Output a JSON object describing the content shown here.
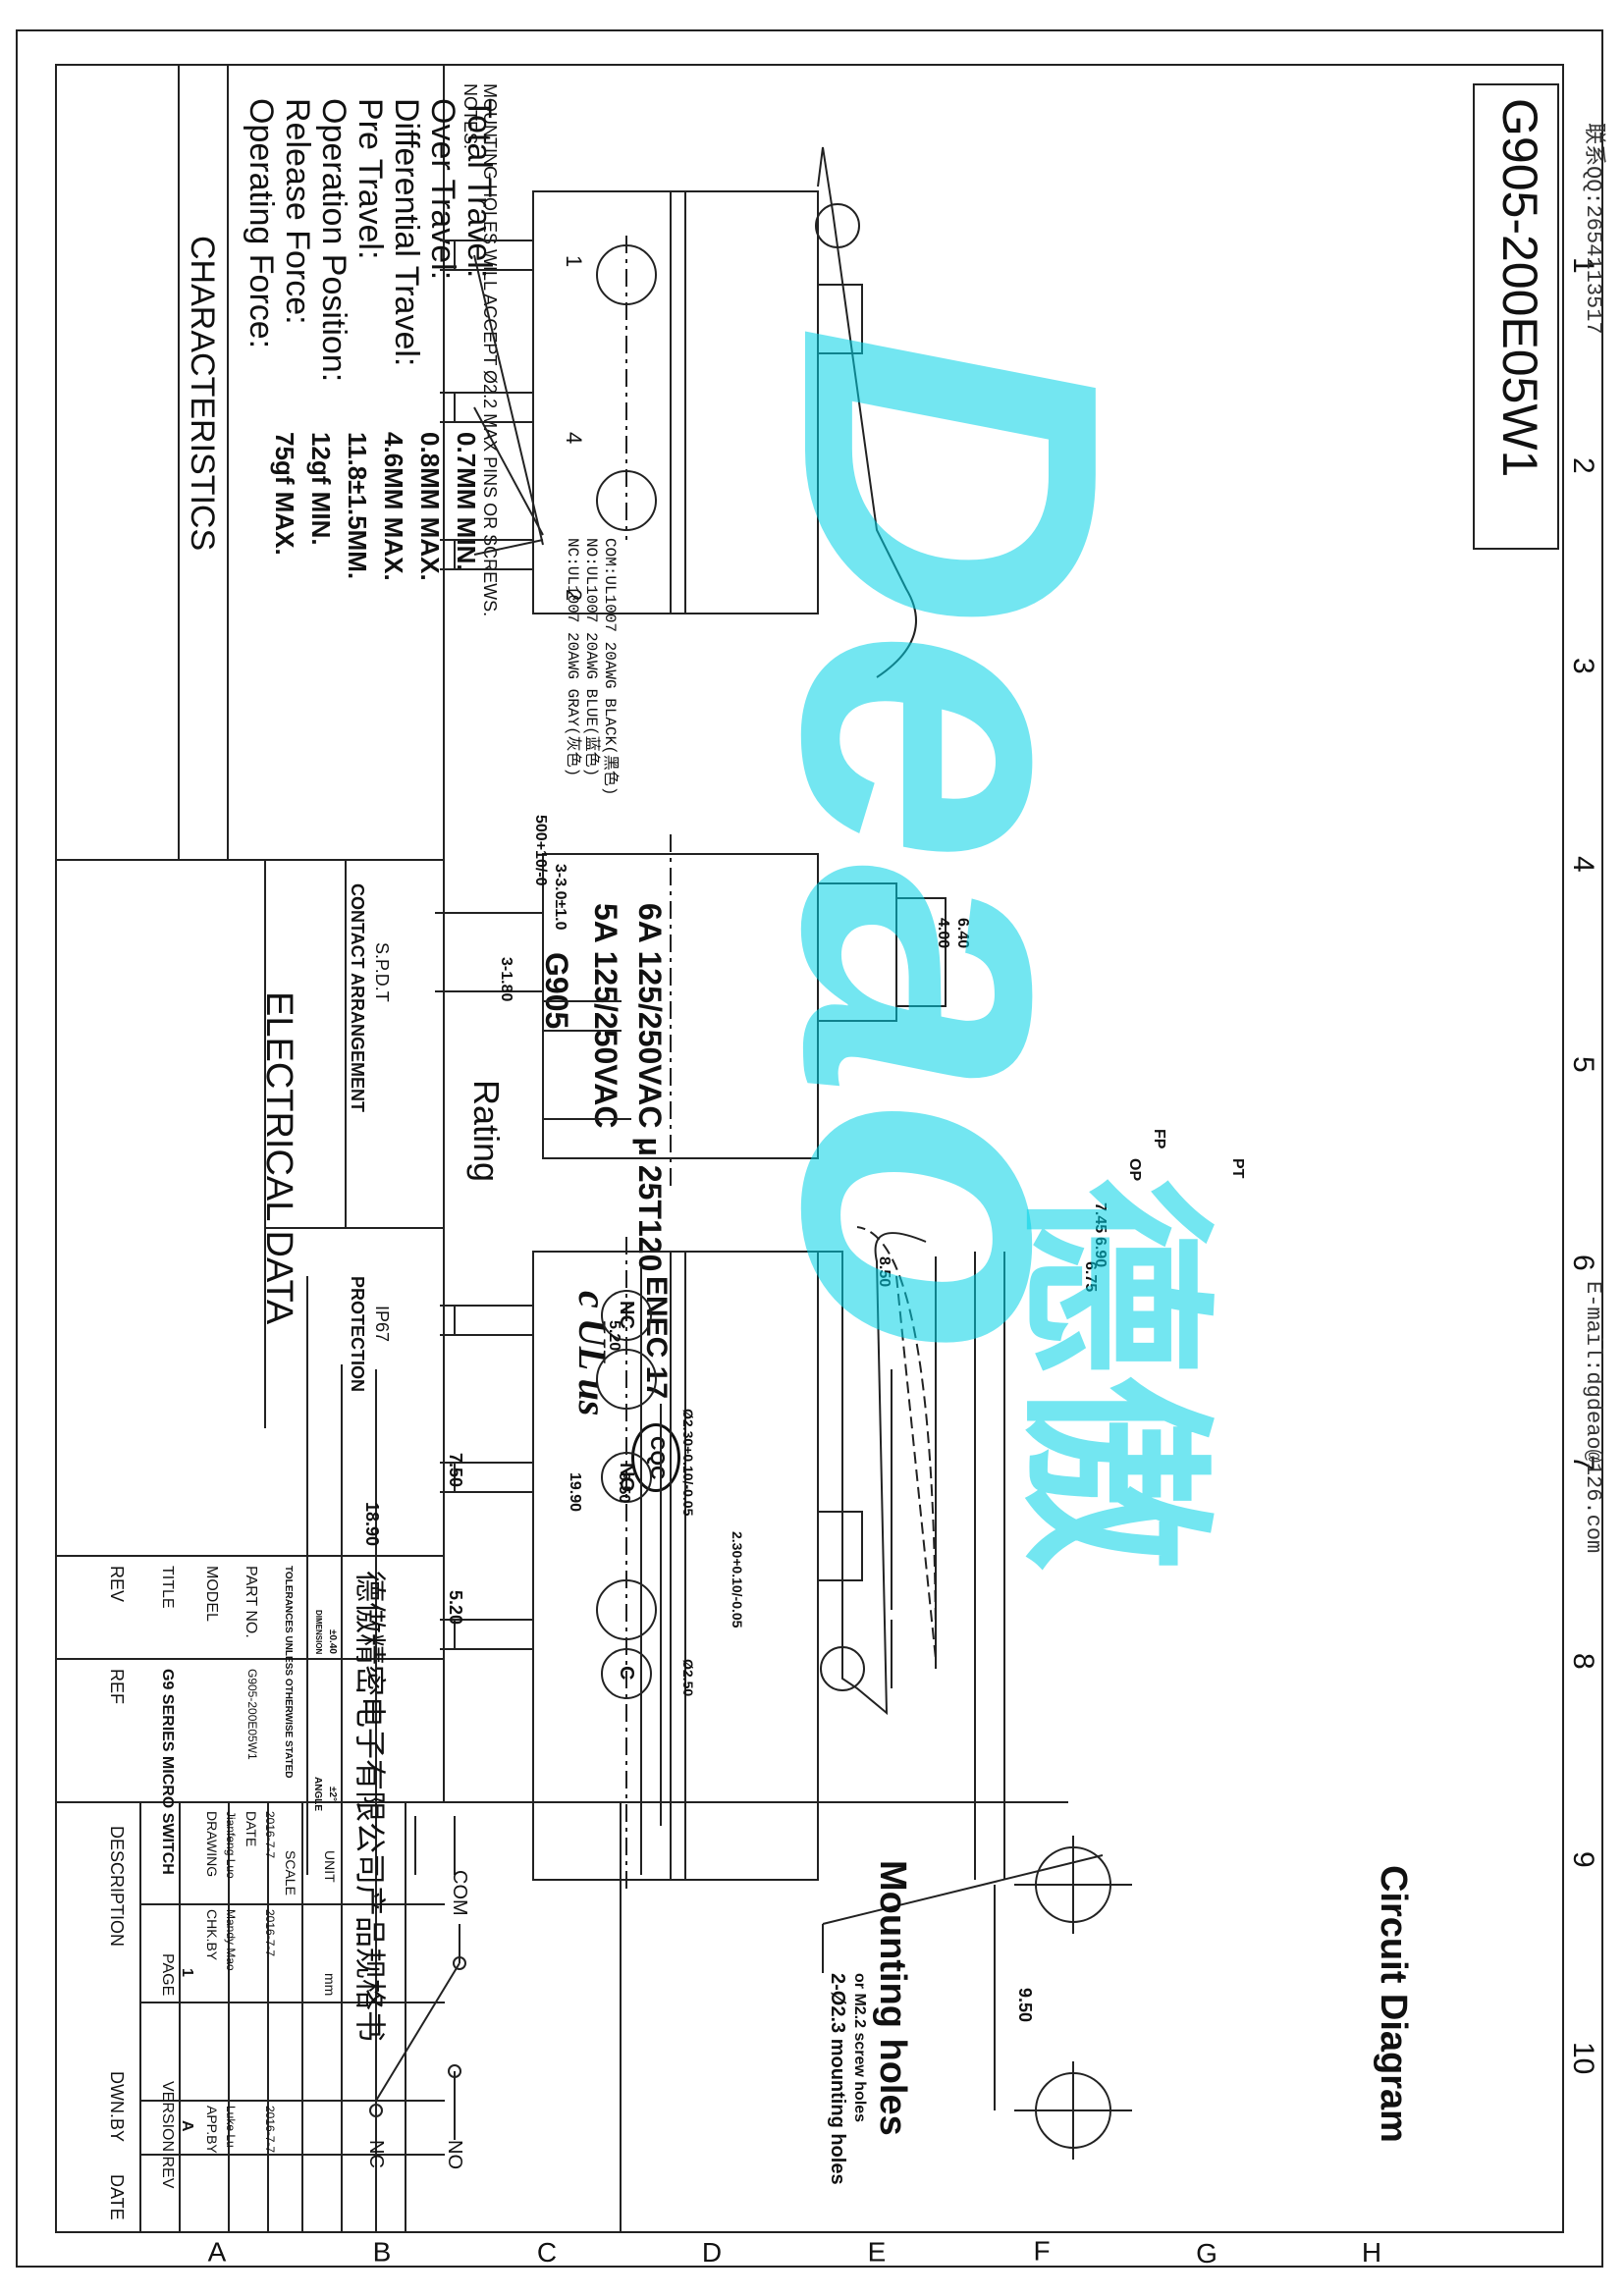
{
  "grid": {
    "numbers": [
      "1",
      "2",
      "3",
      "4",
      "5",
      "6",
      "7",
      "8",
      "9",
      "10"
    ],
    "letters": [
      "A",
      "B",
      "C",
      "D",
      "E",
      "F",
      "G",
      "H"
    ]
  },
  "header": {
    "part_title": "G905-200E05W1",
    "qq": "联系QQ:2654113517",
    "email": "E-mail:dgdeao@126.com"
  },
  "watermark": {
    "text": "Deao",
    "cn": "德傲"
  },
  "notes": {
    "label": "NOTES:",
    "text": "MOUNTING HOLES WILL ACCEPT Ø2.2 MAX PINS OR SCREWS."
  },
  "wires": {
    "nc": "NC:UL1007 20AWG GRAY(灰色)",
    "no": "NO:UL1007 20AWG BLUE(蓝色)",
    "com": "COM:UL1007 20AWG BLACK(黑色)"
  },
  "dims": {
    "wire_len": "500+10/-0",
    "strip": "3-3.0±1.0",
    "pin": "3-1.80",
    "h640": "6.40",
    "h400": "4.00",
    "fp": "FP",
    "op": "OP",
    "pt": "PT",
    "d745": "7.45",
    "d690": "6.90",
    "d675": "6.75",
    "d850": "8.50",
    "d520a": "5.20",
    "d950": "9.50",
    "d1990": "19.90",
    "d750": "7.50",
    "d520b": "5.20",
    "d1890": "18.90",
    "hole1": "Ø2.30+0.10/-0.05",
    "hole2": "2.30+0.10/-0.05",
    "hole3": "Ø2.50",
    "mh950": "9.50"
  },
  "terminals": {
    "nc": "NC",
    "no": "NO",
    "c": "C",
    "t1": "1",
    "t4": "4",
    "t2": "2"
  },
  "characteristics": {
    "title": "CHARACTERISTICS",
    "rows": [
      {
        "label": "Operating Force:",
        "value": "75gf MAX."
      },
      {
        "label": "Release Force:",
        "value": "12gf MIN."
      },
      {
        "label": "Operation Position:",
        "value": "11.8±1.5MM."
      },
      {
        "label": "Pre Travel:",
        "value": "4.6MM MAX."
      },
      {
        "label": "Differential Travel:",
        "value": "0.8MM MAX."
      },
      {
        "label": "Over Travel:",
        "value": "0.7MM MIN."
      },
      {
        "label": "Total Travel:",
        "value": ""
      }
    ]
  },
  "electrical": {
    "title": "ELECTRICAL DATA",
    "contact_label": "CONTACT ARRANGEMENT",
    "contact_value": "S.P.D.T",
    "protection_label": "PROTECTION",
    "protection_value": "IP67",
    "rating_label": "Rating",
    "model": "G905",
    "rating1": "5A 125/250VAC",
    "rating2": "6A 125/250VAC μ 25T120",
    "cert_ul": "c UL us",
    "cert_enec": "ENEC 17",
    "cert_cqc": "CQC"
  },
  "circuit": {
    "title": "Circuit Diagram",
    "com": "COM",
    "nc": "NC",
    "no": "NO"
  },
  "mounting": {
    "title": "Mounting holes",
    "note1": "2-Ø2.3 mounting holes",
    "note2": "or M2.2 screw holes"
  },
  "title_block": {
    "rev": "REV",
    "ref": "REF",
    "description": "DESCRIPTION",
    "dwn_by": "DWN.BY",
    "date": "DATE",
    "title_label": "TITLE",
    "title_value": "G9 SERIES MICRO SWITCH",
    "page_label": "PAGE",
    "page_value": "1",
    "version_label": "VERSION REV",
    "version_value": "A",
    "model_label": "MODEL",
    "drawing_label": "DRAWING",
    "drawing_value": "Jianfeng Luo",
    "chk_label": "CHK.BY",
    "chk_value": "Mandy Mao",
    "app_label": "APP.BY",
    "app_value": "Luke Lu",
    "part_label": "PART NO.",
    "part_value": "G905-200E05W1",
    "date_label": "DATE",
    "date1": "2016-7-7",
    "date2": "2016-7-7",
    "date3": "2016-7-7",
    "tolerance": "TOLERANCES UNLESS OTHERWISE STATED",
    "dimension": "DIMENSION",
    "angle": "ANGLE",
    "tol_value": "±0.40",
    "angle_value": "±2°",
    "scale_label": "SCALE",
    "unit_label": "UNIT",
    "unit_value": "mm",
    "company": "德傲精密电子有限公司产品规格书"
  }
}
